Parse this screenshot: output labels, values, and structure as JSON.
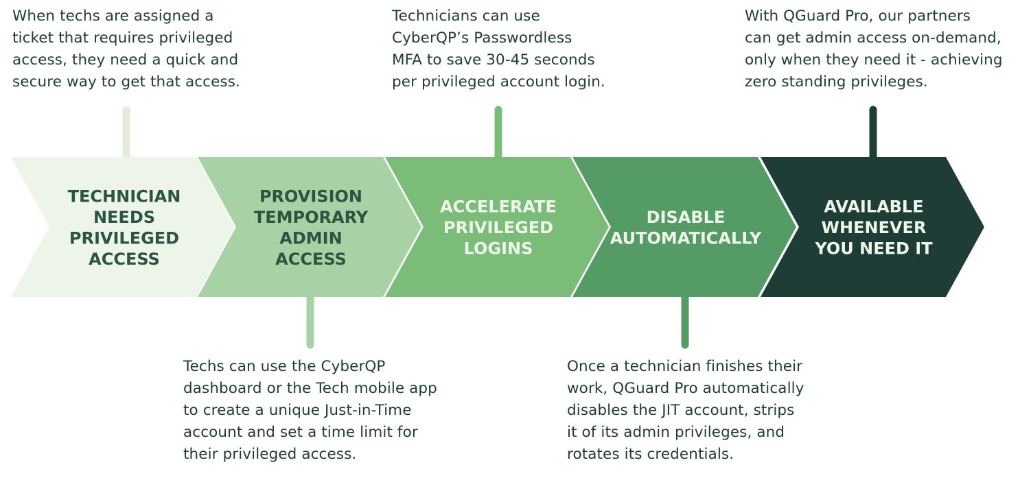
{
  "steps": [
    {
      "title": "TECHNICIAN\nNEEDS\nPRIVILEGED\nACCESS",
      "description": "When techs are assigned a\nticket that requires privileged\naccess, they need a quick and\nsecure way to get that access.",
      "fill": "#edf4e8",
      "text_color": "#2b5540",
      "connector_color": "#e2eddb"
    },
    {
      "title": "PROVISION\nTEMPORARY\nADMIN\nACCESS",
      "description": "Techs can use the CyberQP\ndashboard or the Tech mobile app\nto create a unique Just-in-Time\naccount and set a time limit for\ntheir privileged access.",
      "fill": "#a8d2a6",
      "text_color": "#2b5540",
      "connector_color": "#a8d2a6"
    },
    {
      "title": "ACCELERATE\nPRIVILEGED\nLOGINS",
      "description": "Technicians can use\nCyberQP’s Passwordless\nMFA to save 30-45 seconds\nper privileged account login.",
      "fill": "#7cbc79",
      "text_color": "#eef6ea",
      "connector_color": "#7cbc79"
    },
    {
      "title": "DISABLE\nAUTOMATICALLY",
      "description": "Once a technician finishes their\nwork, QGuard Pro automatically\ndisables the JIT account, strips\nit of its admin privileges, and\nrotates its credentials.",
      "fill": "#559b66",
      "text_color": "#eef6ea",
      "connector_color": "#559b66"
    },
    {
      "title": "AVAILABLE\nWHENEVER\nYOU NEED IT",
      "description": "With QGuard Pro, our partners\ncan get admin access on-demand,\nonly when they need it - achieving\nzero standing privileges.",
      "fill": "#1e3d37",
      "text_color": "#eef6ea",
      "connector_color": "#1e3d37"
    }
  ]
}
